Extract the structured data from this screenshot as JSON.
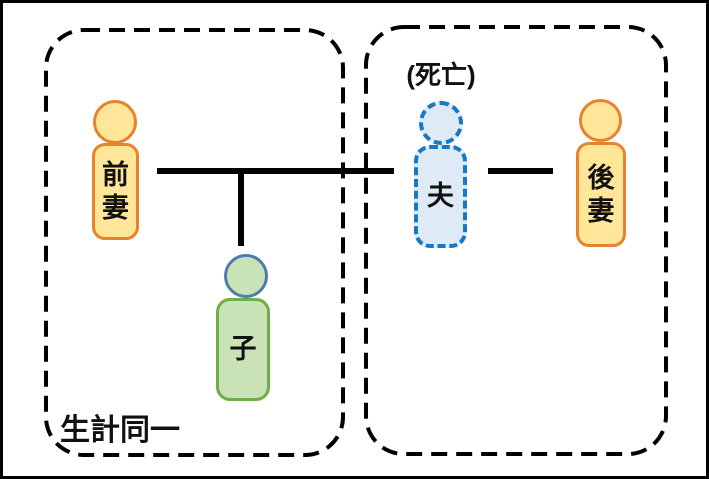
{
  "figures": {
    "ex_wife": {
      "label": "前妻"
    },
    "husband": {
      "label": "夫",
      "status_note": "(死亡)"
    },
    "second_wife": {
      "label": "後妻"
    },
    "child": {
      "label": "子"
    }
  },
  "groups": {
    "left_household": {
      "caption": "生計同一"
    },
    "right_household": {
      "caption": ""
    }
  },
  "colors": {
    "bg": "#FFFFFF",
    "box-stroke": "#000000",
    "line-color": "#000000",
    "wife-fill": "#FFE699",
    "wife-stroke": "#E8822F",
    "husband-fill": "#DEEAF6",
    "husband-stroke": "#1779C4",
    "child-fill": "#C9E3B6",
    "child-stroke": "#6FAE46",
    "child-head-stroke": "#4E7CB0"
  }
}
